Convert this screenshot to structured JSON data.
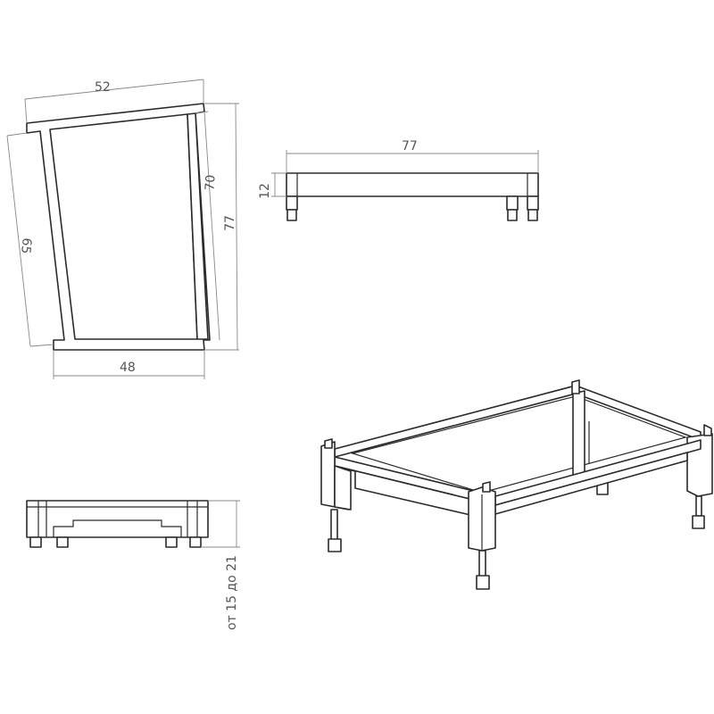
{
  "dimensions": {
    "top_width": "52",
    "left_diagonal": "65",
    "inner_height": "70",
    "outer_height": "77",
    "bottom_width": "48",
    "side_length": "77",
    "side_height": "12",
    "leg_adjust": "от 15 до 21"
  },
  "colors": {
    "line": "#2b2b2b",
    "dimension_line": "#8a8a8a",
    "dimension_text": "#555555",
    "background": "#ffffff"
  }
}
